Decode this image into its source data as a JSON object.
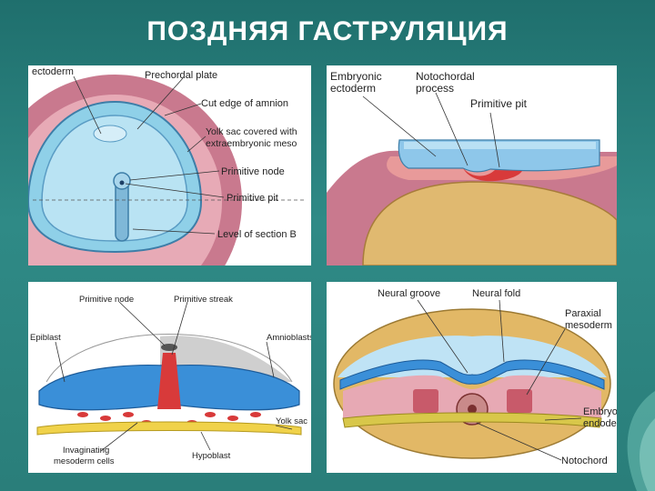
{
  "slide": {
    "title": "ПОЗДНЯЯ ГАСТРУЛЯЦИЯ"
  },
  "panel_a": {
    "labels": {
      "ectoderm": "ectoderm",
      "prechordal_plate": "Prechordal plate",
      "cut_edge_amnion": "Cut edge of amnion",
      "yolk_sac_1": "Yolk sac covered with",
      "yolk_sac_2": "extraembryonic meso",
      "primitive_node": "Primitive node",
      "primitive_pit": "Primitive pit",
      "level_section": "Level of section B"
    }
  },
  "panel_b": {
    "labels": {
      "embryonic_1": "Embryonic",
      "embryonic_2": "ectoderm",
      "notochordal_1": "Notochordal",
      "notochordal_2": "process",
      "primitive_pit": "Primitive pit"
    }
  },
  "panel_c": {
    "labels": {
      "primitive_node": "Primitive node",
      "primitive_streak": "Primitive streak",
      "epiblast": "Epiblast",
      "amnioblasts": "Amnioblasts",
      "yolk_sac": "Yolk sac",
      "hypoblast": "Hypoblast",
      "invaginating_1": "Invaginating",
      "invaginating_2": "mesoderm cells"
    }
  },
  "panel_d": {
    "labels": {
      "neural_groove": "Neural groove",
      "neural_fold": "Neural fold",
      "paraxial_1": "Paraxial",
      "paraxial_2": "mesoderm",
      "embryo_endo_1": "Embryo",
      "embryo_endo_2": "endode",
      "notochord": "Notochord"
    }
  },
  "colors": {
    "background": "#2a7e7a",
    "title": "#ffffff",
    "ectoderm_blue": "#3a8fd8",
    "amnion_pink": "#c9798e",
    "yolk_tan": "#d6a75a",
    "mesoderm_red": "#d83a3a"
  }
}
